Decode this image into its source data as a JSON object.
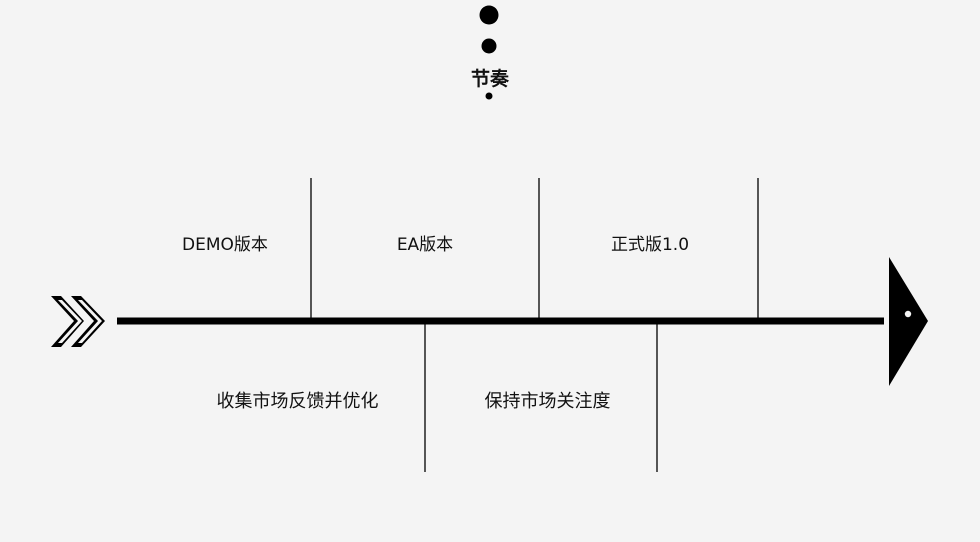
{
  "diagram": {
    "title": "节奏",
    "top_labels": [
      "DEMO版本",
      "EA版本",
      "正式版1.0"
    ],
    "bottom_labels": [
      "收集市场反馈并优化",
      "保持市场关注度"
    ]
  },
  "colors": {
    "background": "#f4f4f4",
    "line": "#000000"
  },
  "icons": {
    "start": "double-chevron-right-icon",
    "end": "arrowhead-right-icon",
    "title_decoration": "vertical-dots-icon"
  }
}
